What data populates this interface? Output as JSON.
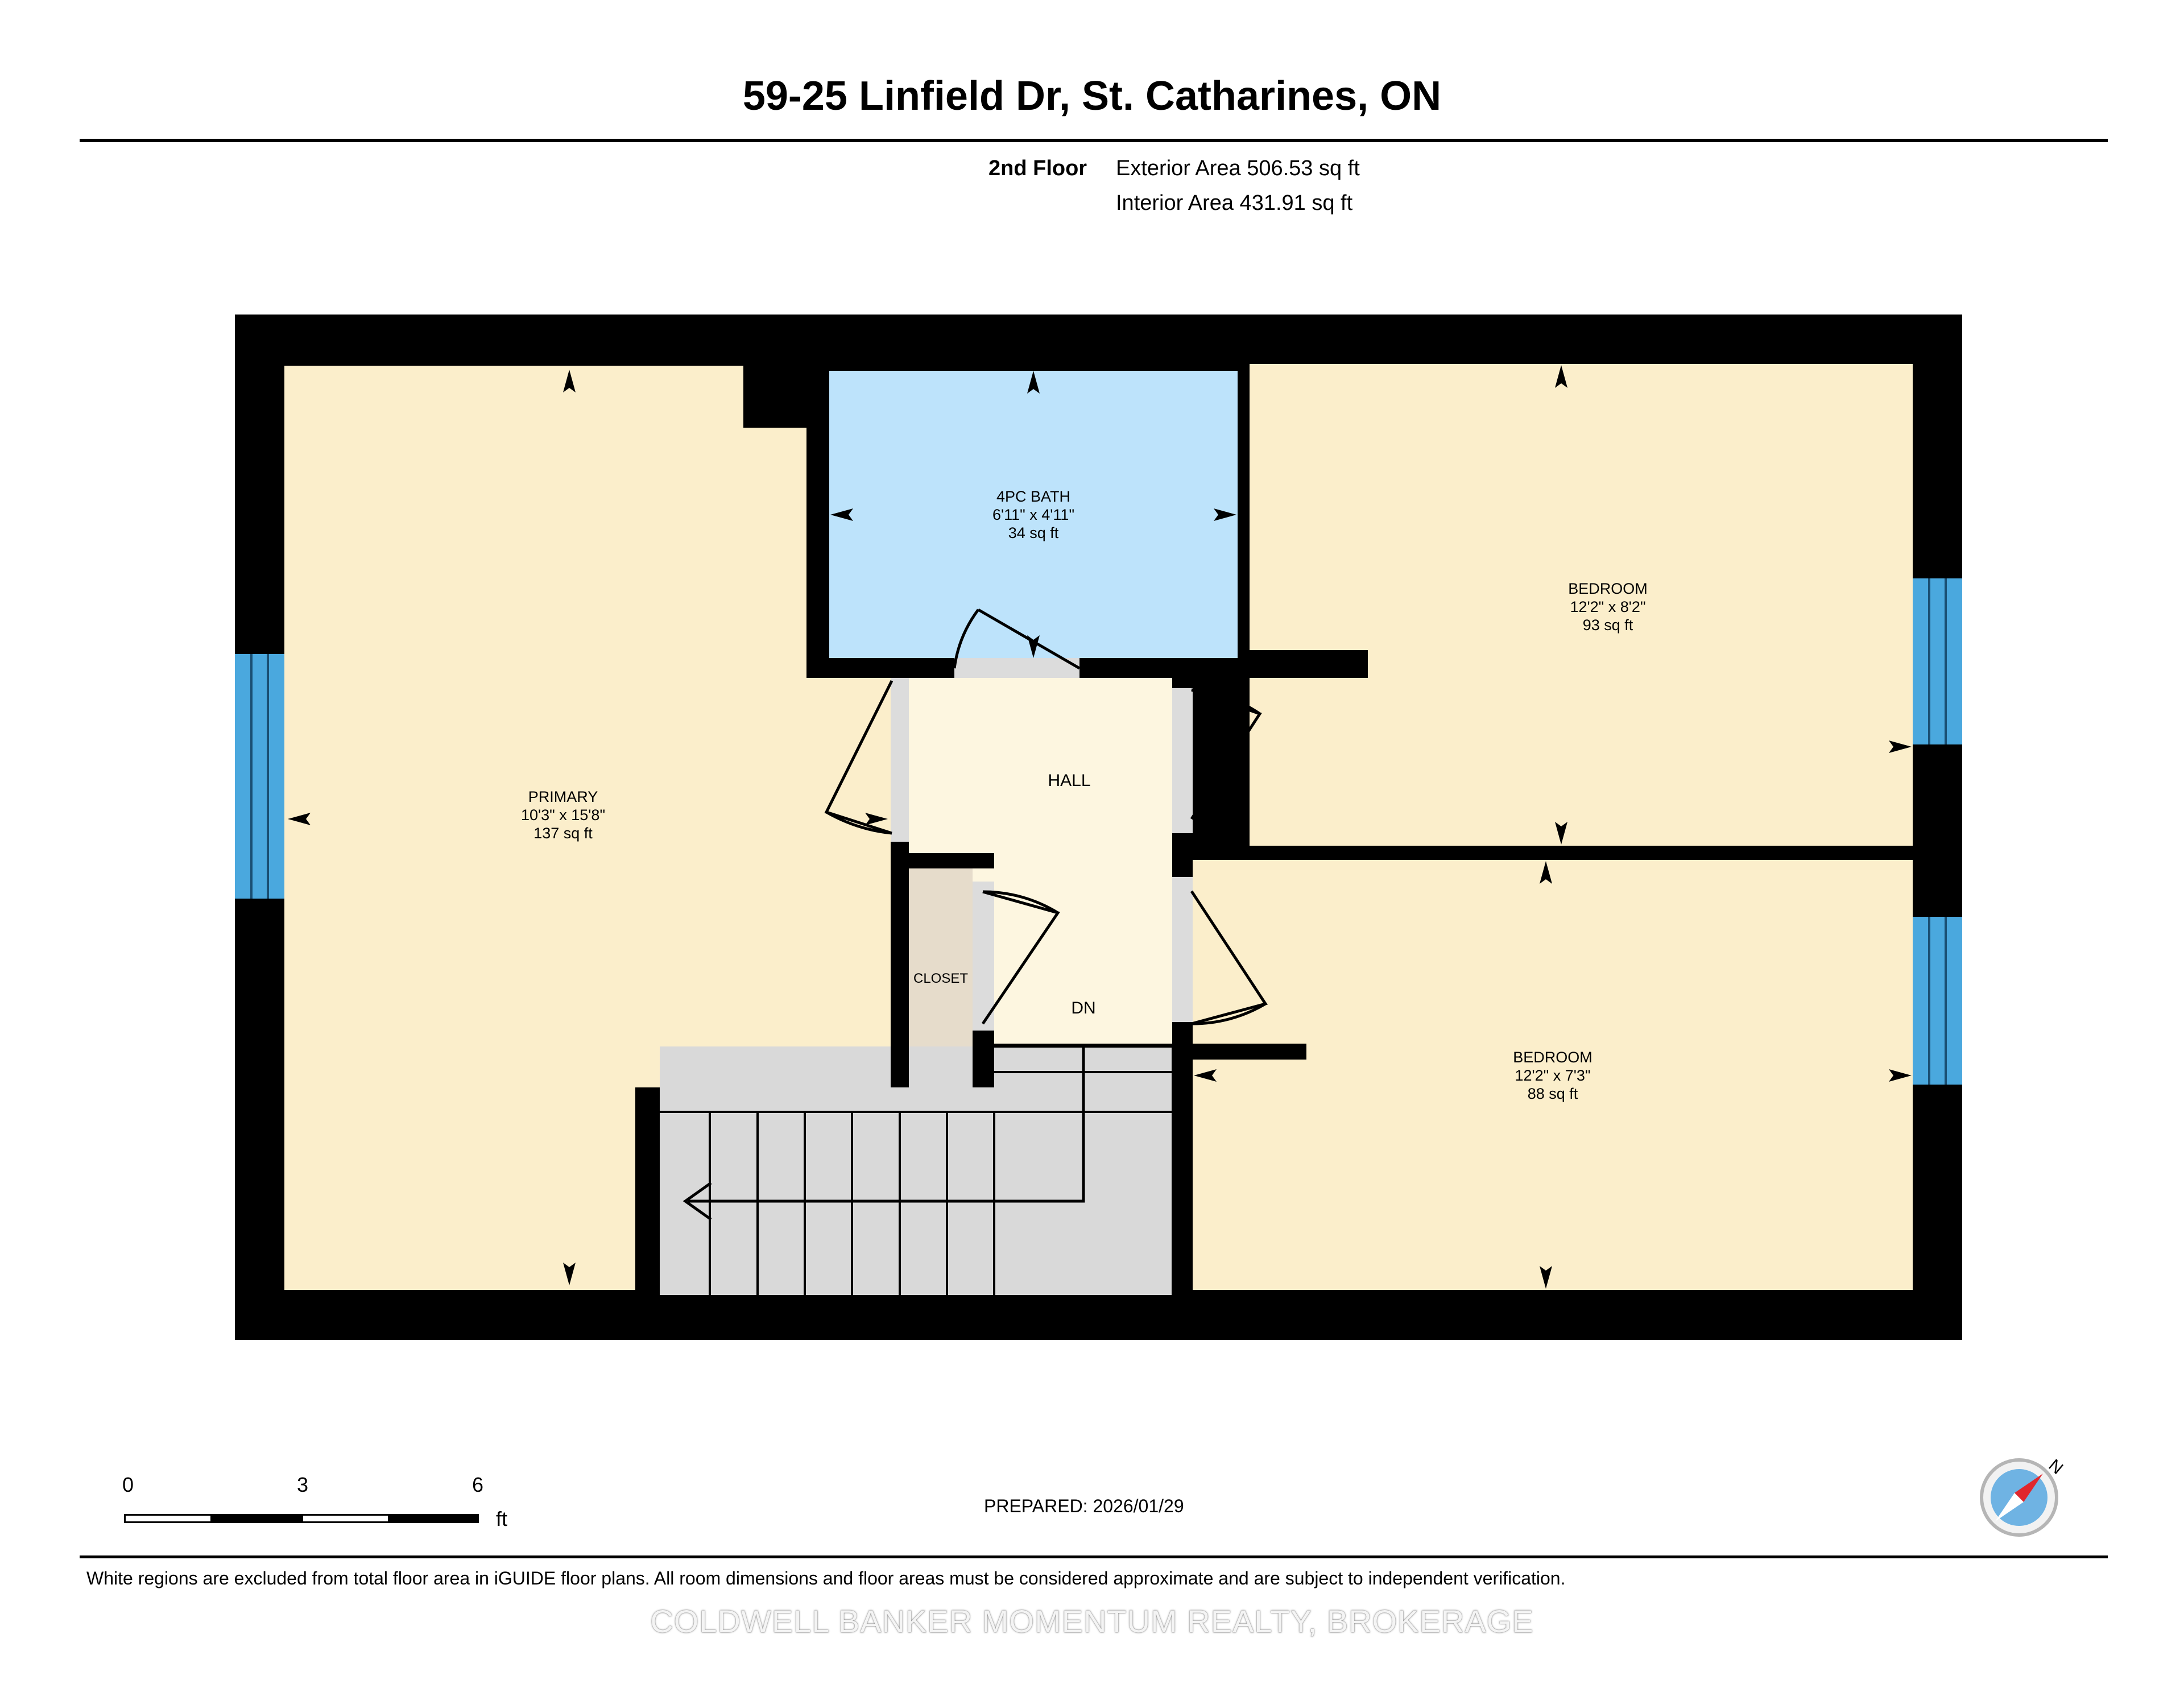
{
  "header": {
    "title": "59-25 Linfield Dr, St. Catharines, ON",
    "floor": "2nd Floor",
    "exterior_area": "Exterior Area 506.53 sq ft",
    "interior_area": "Interior Area 431.91 sq ft"
  },
  "rooms": {
    "primary": {
      "name": "PRIMARY",
      "dims": "10'3\" x 15'8\"",
      "area": "137 sq ft"
    },
    "bath": {
      "name": "4PC BATH",
      "dims": "6'11\" x 4'11\"",
      "area": "34 sq ft"
    },
    "bedroom1": {
      "name": "BEDROOM",
      "dims": "12'2\" x 8'2\"",
      "area": "93 sq ft"
    },
    "bedroom2": {
      "name": "BEDROOM",
      "dims": "12'2\" x 7'3\"",
      "area": "88 sq ft"
    },
    "hall": {
      "name": "HALL"
    },
    "closet": {
      "name": "CLOSET"
    },
    "stairs": {
      "label": "DN"
    }
  },
  "colors": {
    "wall": "#000000",
    "bedroom_fill": "#fbeecb",
    "bath_fill": "#bde3fb",
    "hall_fill": "#fdf6e0",
    "closet_fill": "#e6dccb",
    "stair_fill": "#d9d9d9",
    "window": "#4aa8de"
  },
  "scale": {
    "ticks": [
      "0",
      "3",
      "6"
    ],
    "unit": "ft"
  },
  "footer": {
    "prepared": "PREPARED: 2026/01/29",
    "disclaimer": "White regions are excluded from total floor area in iGUIDE floor plans. All room dimensions and floor areas must be considered approximate and are subject to independent verification.",
    "watermark": "COLDWELL BANKER MOMENTUM REALTY, BROKERAGE",
    "compass_label": "N"
  }
}
